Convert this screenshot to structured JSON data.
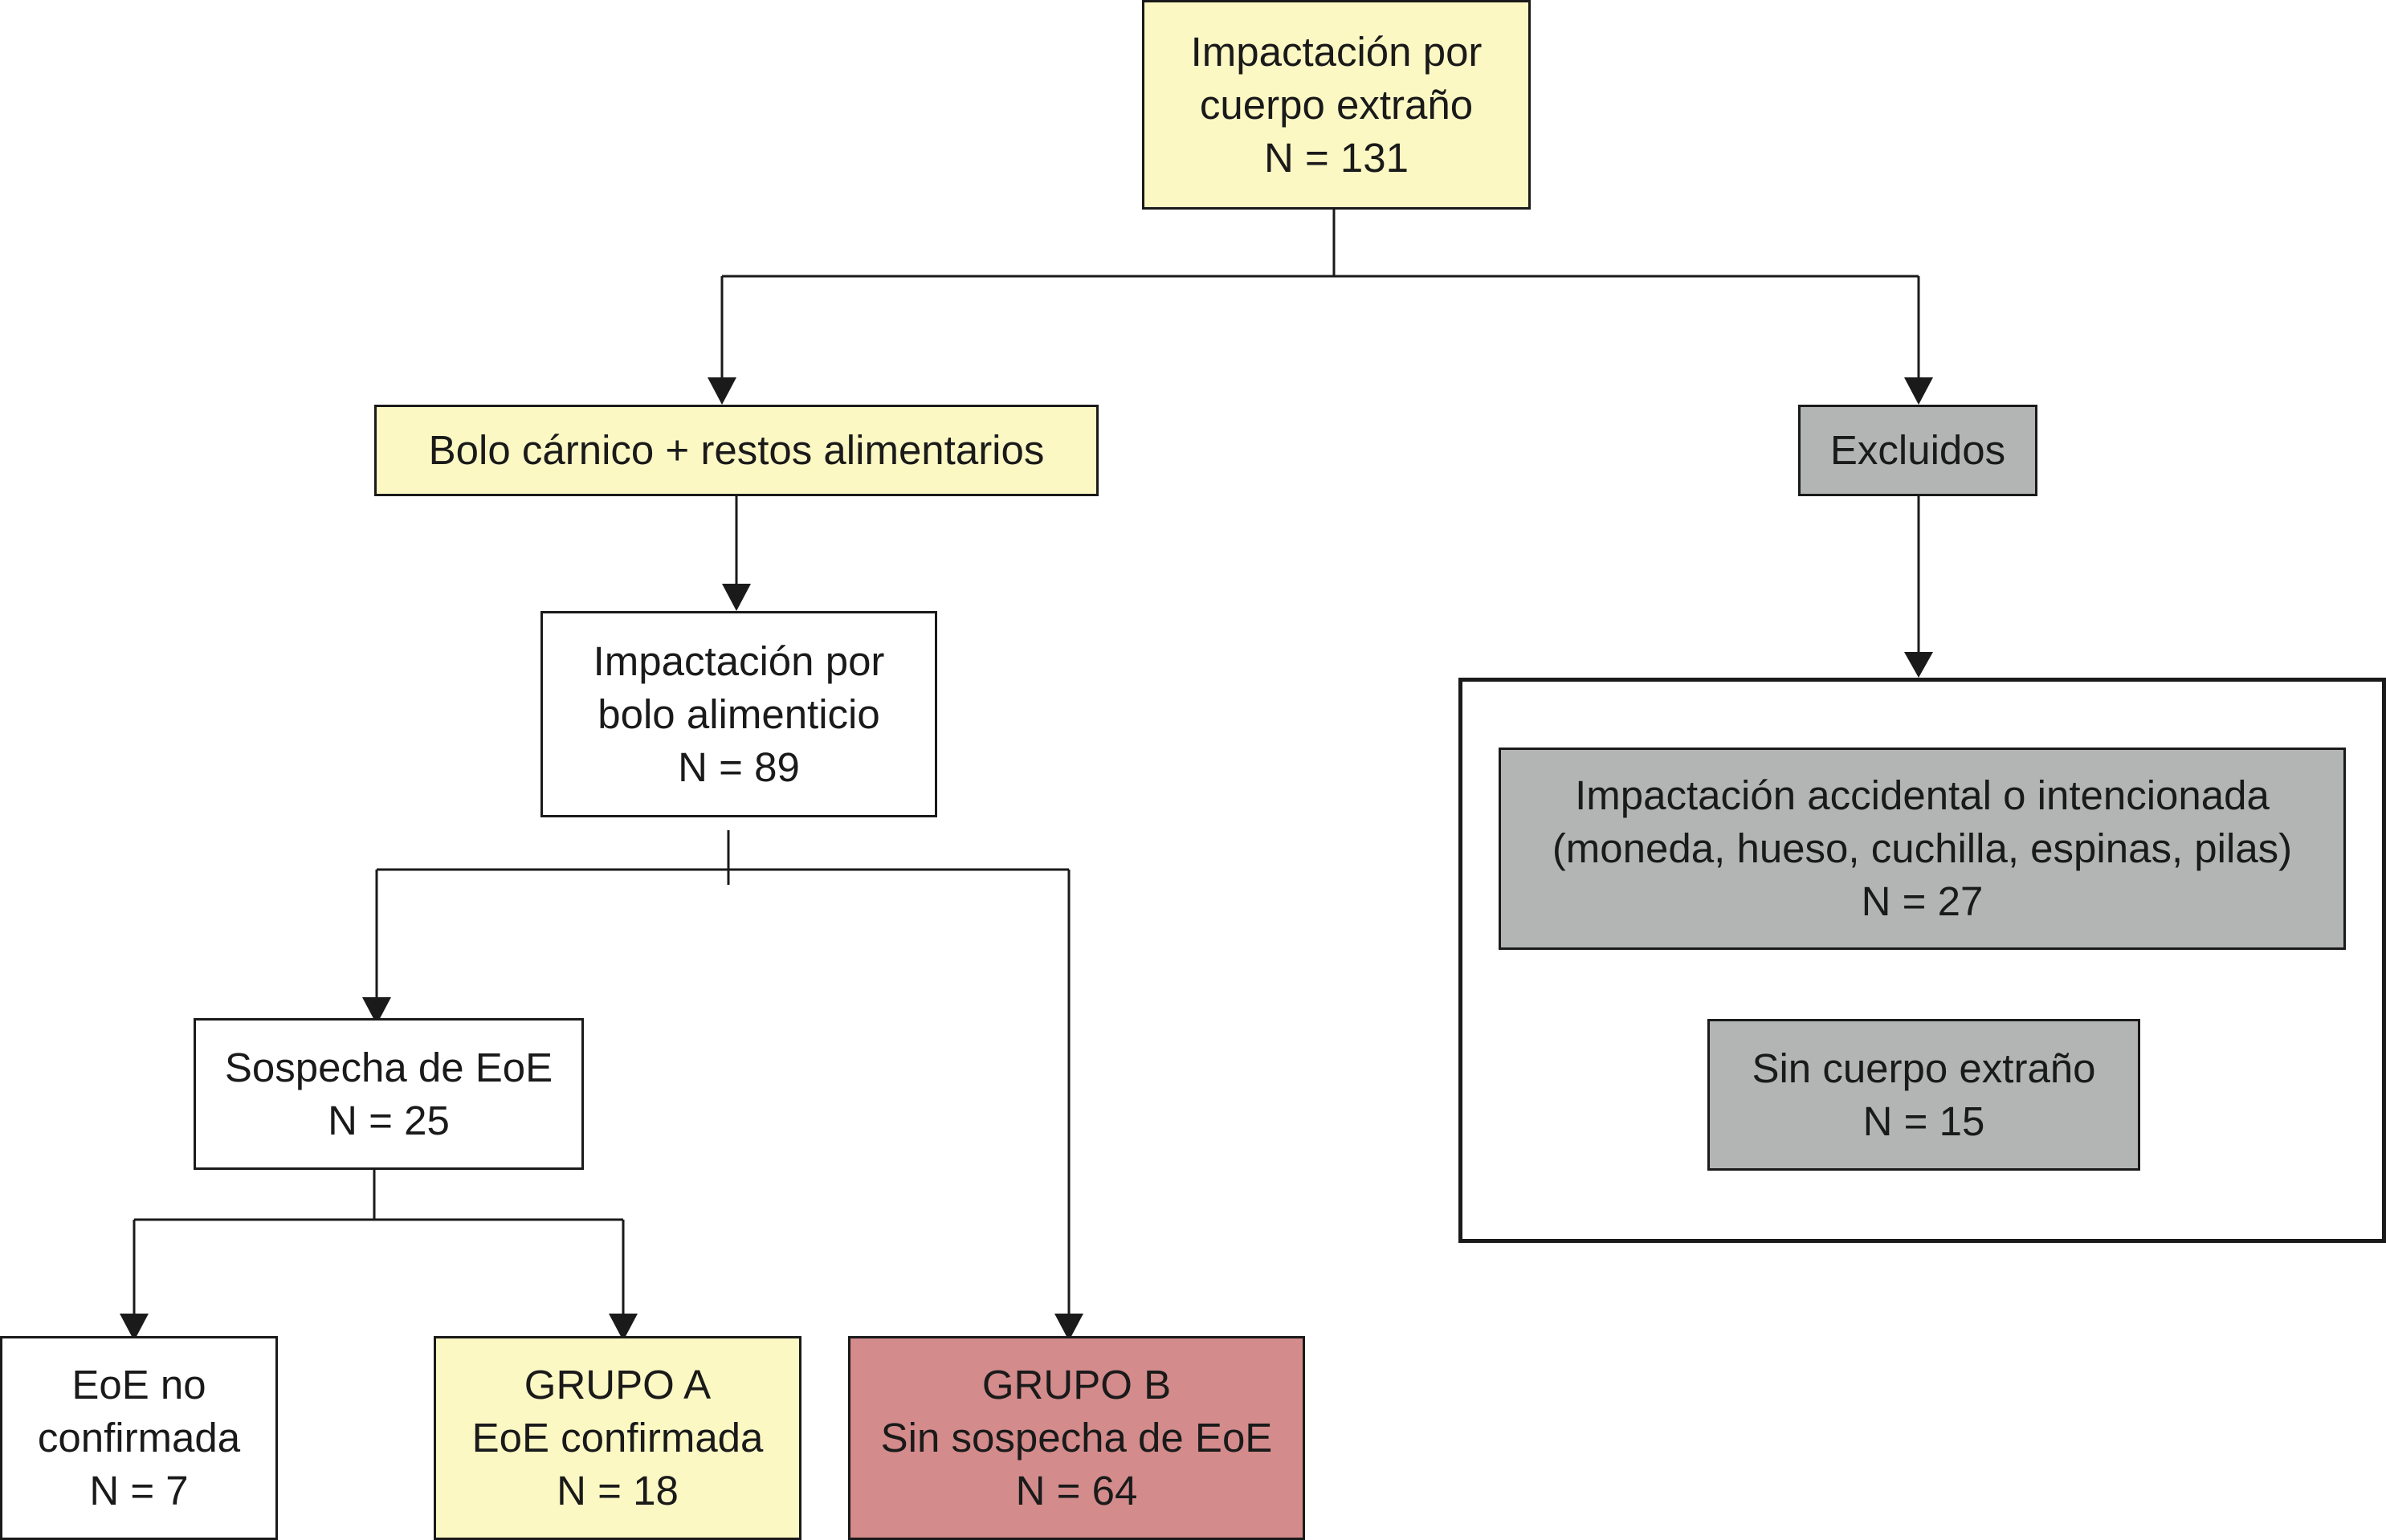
{
  "colors": {
    "yellow": "#fcf8c4",
    "white": "#ffffff",
    "gray": "#b3b5b5",
    "red": "#d38b8b",
    "line": "#1a1a1a"
  },
  "nodes": {
    "root": {
      "lines": [
        "Impactación por",
        "cuerpo extraño",
        "N = 131"
      ]
    },
    "bolo_carnico": {
      "lines": [
        "Bolo cárnico + restos alimentarios"
      ]
    },
    "excluidos": {
      "lines": [
        "Excluidos"
      ]
    },
    "impactacion_bolo": {
      "lines": [
        "Impactación por",
        "bolo alimenticio",
        "N = 89"
      ]
    },
    "sospecha": {
      "lines": [
        "Sospecha de EoE",
        "N = 25"
      ]
    },
    "eoe_no_confirmada": {
      "lines": [
        "EoE no",
        "confirmada",
        "N = 7"
      ]
    },
    "grupo_a": {
      "lines": [
        "GRUPO A",
        "EoE confirmada",
        "N = 18"
      ]
    },
    "grupo_b": {
      "lines": [
        "GRUPO B",
        "Sin sospecha de EoE",
        "N = 64"
      ]
    },
    "accidental": {
      "lines": [
        "Impactación accidental o intencionada",
        "(moneda, hueso, cuchilla, espinas, pilas)",
        "N = 27"
      ]
    },
    "sin_cuerpo": {
      "lines": [
        "Sin cuerpo extraño",
        "N = 15"
      ]
    }
  }
}
